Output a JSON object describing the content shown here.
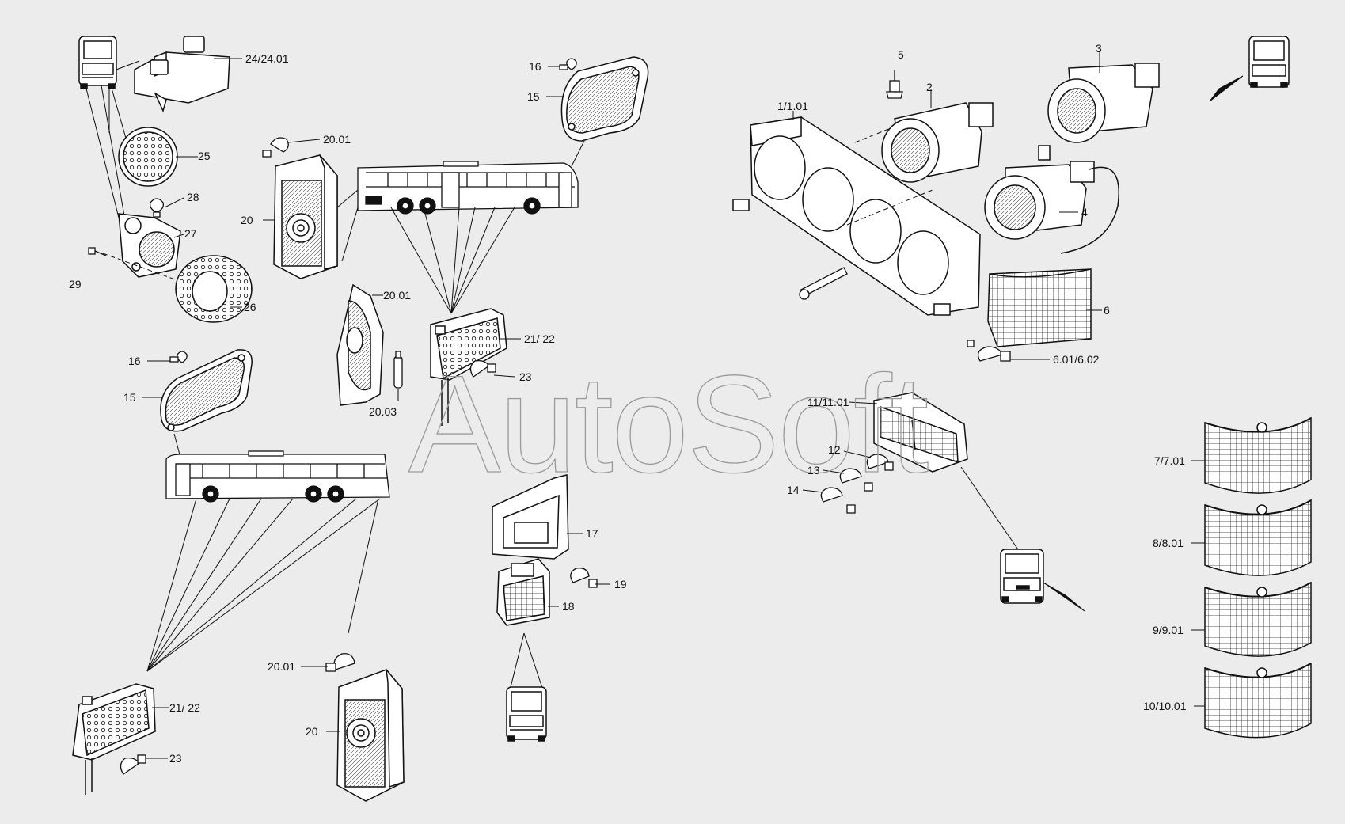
{
  "watermark": "AutoSoft",
  "callouts": [
    {
      "id": "c-24",
      "label": "24/24.01"
    },
    {
      "id": "c-25",
      "label": "25"
    },
    {
      "id": "c-28",
      "label": "28"
    },
    {
      "id": "c-27",
      "label": "27"
    },
    {
      "id": "c-29",
      "label": "29"
    },
    {
      "id": "c-26",
      "label": "26"
    },
    {
      "id": "c-16a",
      "label": "16"
    },
    {
      "id": "c-15a",
      "label": "15"
    },
    {
      "id": "c-2001a",
      "label": "20.01"
    },
    {
      "id": "c-20a",
      "label": "20"
    },
    {
      "id": "c-2001b",
      "label": "20.01"
    },
    {
      "id": "c-2122a",
      "label": "21/ 22"
    },
    {
      "id": "c-23a",
      "label": "23"
    },
    {
      "id": "c-2003",
      "label": "20.03"
    },
    {
      "id": "c-16b",
      "label": "16"
    },
    {
      "id": "c-15b",
      "label": "15"
    },
    {
      "id": "c-17",
      "label": "17"
    },
    {
      "id": "c-19",
      "label": "19"
    },
    {
      "id": "c-18",
      "label": "18"
    },
    {
      "id": "c-2001c",
      "label": "20.01"
    },
    {
      "id": "c-20b",
      "label": "20"
    },
    {
      "id": "c-2122b",
      "label": "21/ 22"
    },
    {
      "id": "c-23b",
      "label": "23"
    },
    {
      "id": "c-5",
      "label": "5"
    },
    {
      "id": "c-3",
      "label": "3"
    },
    {
      "id": "c-2",
      "label": "2"
    },
    {
      "id": "c-1",
      "label": "1/1.01"
    },
    {
      "id": "c-4",
      "label": "4"
    },
    {
      "id": "c-6",
      "label": "6"
    },
    {
      "id": "c-601",
      "label": "6.01/6.02"
    },
    {
      "id": "c-11",
      "label": "11/11.01"
    },
    {
      "id": "c-12",
      "label": "12"
    },
    {
      "id": "c-13",
      "label": "13"
    },
    {
      "id": "c-14",
      "label": "14"
    },
    {
      "id": "c-7",
      "label": "7/7.01"
    },
    {
      "id": "c-8",
      "label": "8/8.01"
    },
    {
      "id": "c-9",
      "label": "9/9.01"
    },
    {
      "id": "c-10",
      "label": "10/10.01"
    }
  ],
  "colors": {
    "background": "#ececec",
    "line": "#1a1a1a",
    "fill": "#ffffff",
    "watermark": "#9a9a9a"
  }
}
